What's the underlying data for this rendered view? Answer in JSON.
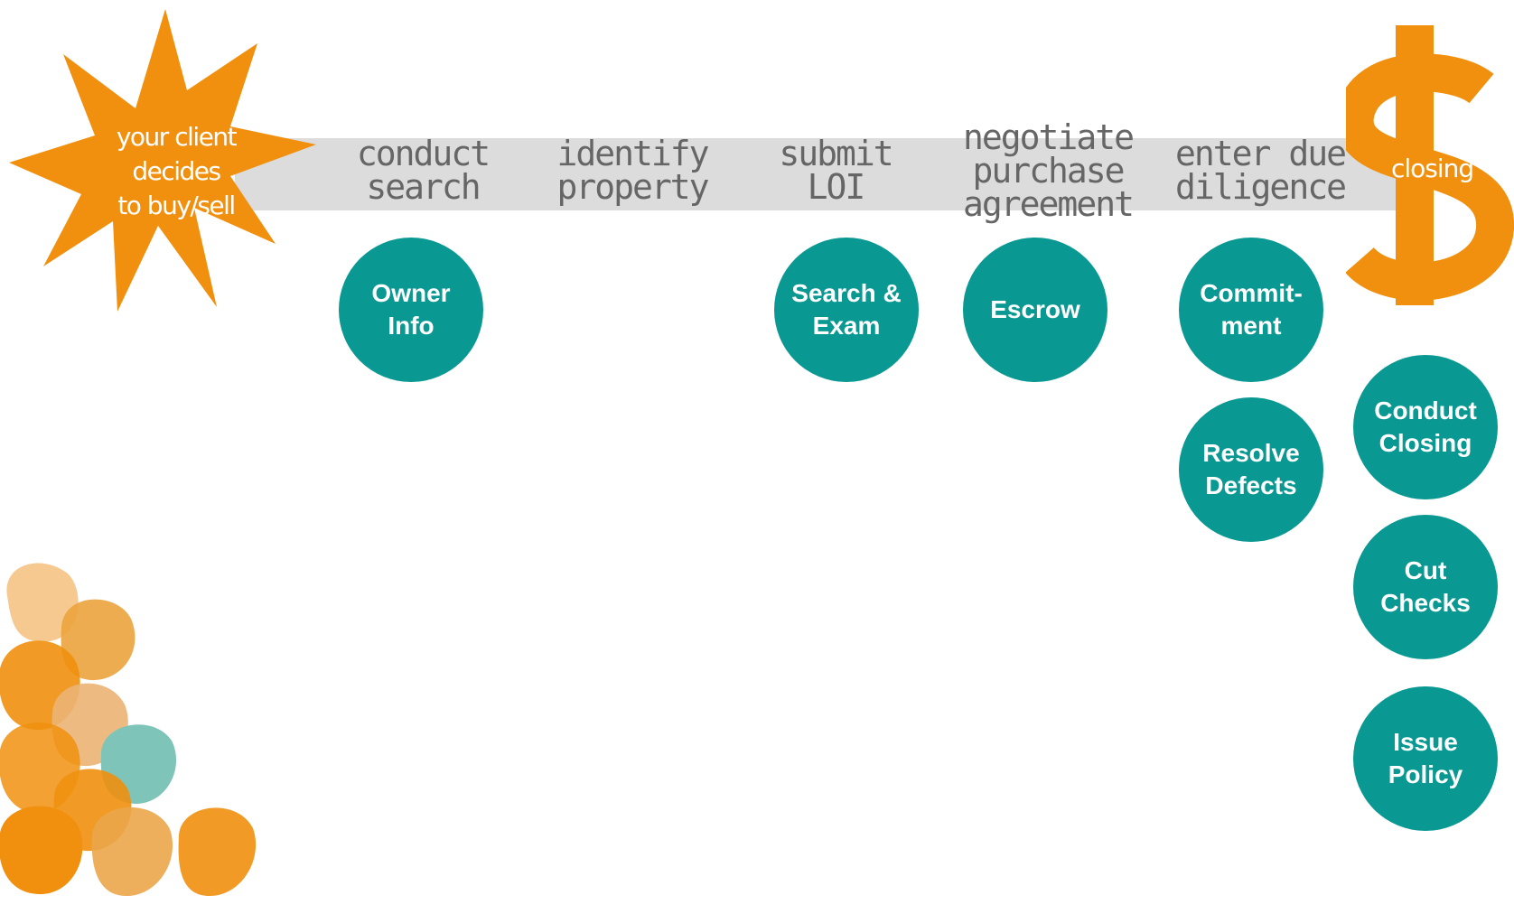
{
  "start": {
    "label": "your client\ndecides\nto buy/sell"
  },
  "stages": [
    {
      "id": "conduct-search",
      "label": "conduct\nsearch"
    },
    {
      "id": "identify-property",
      "label": "identify\nproperty"
    },
    {
      "id": "submit-loi",
      "label": "submit\nLOI"
    },
    {
      "id": "negotiate-purchase-agreement",
      "label": "negotiate\npurchase\nagreement"
    },
    {
      "id": "enter-due-diligence",
      "label": "enter due\ndiligence"
    }
  ],
  "end": {
    "label": "closing"
  },
  "services": [
    {
      "id": "owner-info",
      "label": "Owner\nInfo"
    },
    {
      "id": "search-exam",
      "label": "Search &\nExam"
    },
    {
      "id": "escrow",
      "label": "Escrow"
    },
    {
      "id": "commitment",
      "label": "Commit-\nment"
    },
    {
      "id": "resolve-defects",
      "label": "Resolve\nDefects"
    },
    {
      "id": "conduct-closing",
      "label": "Conduct\nClosing"
    },
    {
      "id": "cut-checks",
      "label": "Cut\nChecks"
    },
    {
      "id": "issue-policy",
      "label": "Issue\nPolicy"
    }
  ],
  "colors": {
    "accent_orange": "#f0900e",
    "teal": "#0a9893",
    "band_gray": "#dcdcdc",
    "stage_text": "#666666"
  }
}
